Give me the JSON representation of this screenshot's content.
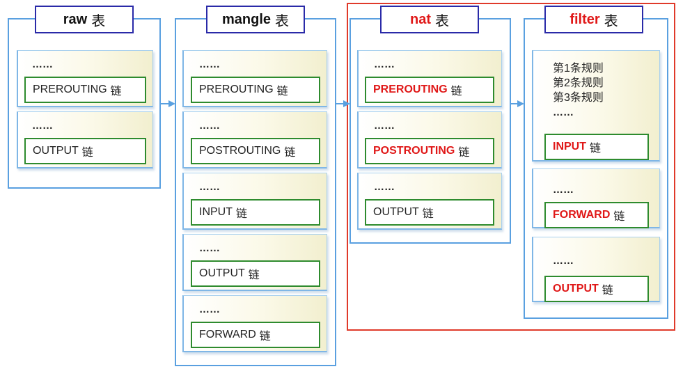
{
  "tables": [
    {
      "id": "raw",
      "name": "raw",
      "suffix": "表",
      "highlight_name": false,
      "chains": [
        {
          "rules_text": "……",
          "name": "PREROUTING",
          "suffix": "链",
          "highlight": false
        },
        {
          "rules_text": "……",
          "name": "OUTPUT",
          "suffix": "链",
          "highlight": false
        }
      ]
    },
    {
      "id": "mangle",
      "name": "mangle",
      "suffix": "表",
      "highlight_name": false,
      "chains": [
        {
          "rules_text": "……",
          "name": "PREROUTING",
          "suffix": "链",
          "highlight": false
        },
        {
          "rules_text": "……",
          "name": "POSTROUTING",
          "suffix": "链",
          "highlight": false
        },
        {
          "rules_text": "……",
          "name": "INPUT",
          "suffix": "链",
          "highlight": false
        },
        {
          "rules_text": "……",
          "name": "OUTPUT",
          "suffix": "链",
          "highlight": false
        },
        {
          "rules_text": "……",
          "name": "FORWARD",
          "suffix": "链",
          "highlight": false
        }
      ]
    },
    {
      "id": "nat",
      "name": "nat",
      "suffix": "表",
      "highlight_name": true,
      "chains": [
        {
          "rules_text": "……",
          "name": "PREROUTING",
          "suffix": "链",
          "highlight": true
        },
        {
          "rules_text": "……",
          "name": "POSTROUTING",
          "suffix": "链",
          "highlight": true
        },
        {
          "rules_text": "……",
          "name": "OUTPUT",
          "suffix": "链",
          "highlight": false
        }
      ]
    },
    {
      "id": "filter",
      "name": "filter",
      "suffix": "表",
      "highlight_name": true,
      "chains": [
        {
          "rules": [
            "第1条规则",
            "第2条规则",
            "第3条规则",
            "……"
          ],
          "name": "INPUT",
          "suffix": "链",
          "highlight": true
        },
        {
          "rules_text": "……",
          "name": "FORWARD",
          "suffix": "链",
          "highlight": true
        },
        {
          "rules_text": "……",
          "name": "OUTPUT",
          "suffix": "链",
          "highlight": true
        }
      ]
    }
  ],
  "colors": {
    "frame_border": "#5aa0e0",
    "title_border": "#2a2aa8",
    "chain_border": "#2e8b2e",
    "highlight_red": "#e01818",
    "group_box_red": "#e03a2a",
    "arrow": "#5aa0e0"
  }
}
